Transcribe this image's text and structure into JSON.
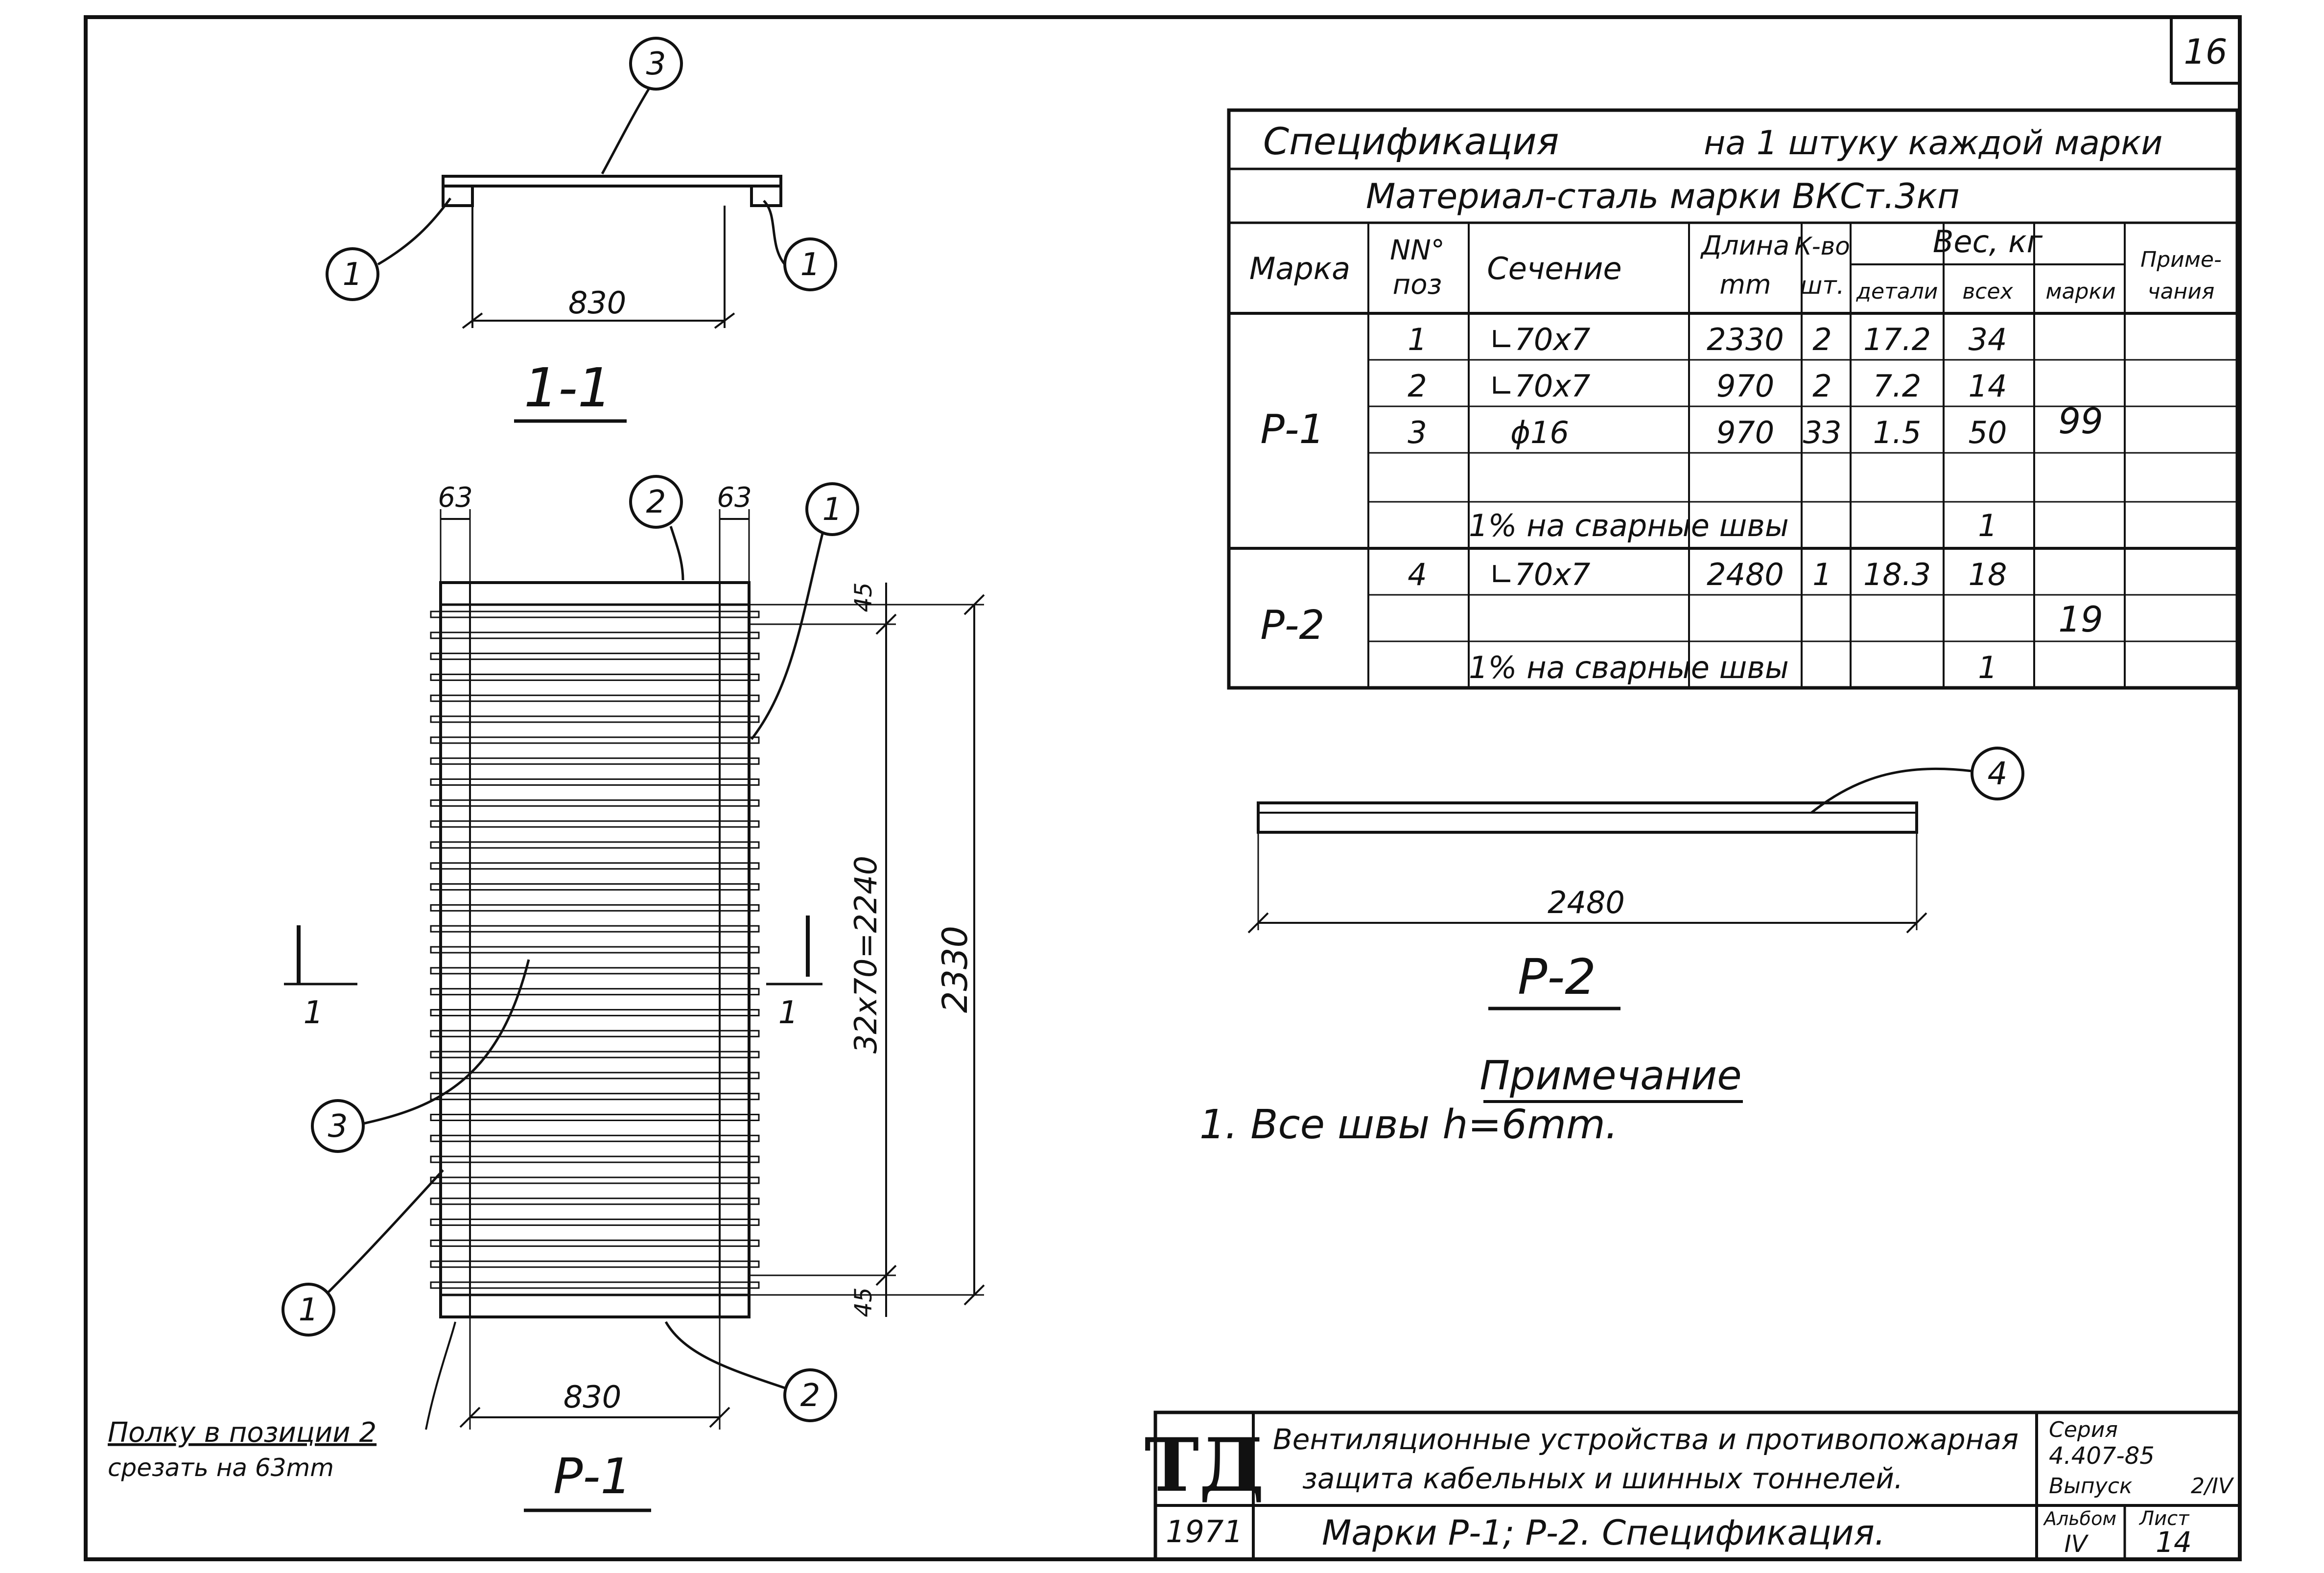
{
  "sheet": {
    "number": "16"
  },
  "drawing": {
    "section_title": "1-1",
    "section_width": "830",
    "p1_title": "Р-1",
    "p1_offset_left": "63",
    "p1_offset_right": "63",
    "p1_edge_top": "45",
    "p1_edge_bottom": "45",
    "p1_spacing": "32x70=2240",
    "p1_height": "2330",
    "p1_width": "830",
    "cut_mark": "1",
    "p2_title": "Р-2",
    "p2_length": "2480",
    "callout_1": "1",
    "callout_2": "2",
    "callout_3": "3",
    "callout_4": "4",
    "shelf_note_line1": "Полку в позиции 2",
    "shelf_note_line2": "срезать на 63mm"
  },
  "spec": {
    "title": "Спецификация",
    "subtitle": "на 1 штуку каждой марки",
    "material": "Материал-сталь марки ВКСт.3кп",
    "headers": {
      "mark": "Марка",
      "pos_1": "NN°",
      "pos_2": "поз",
      "section": "Сечение",
      "length_1": "Длина",
      "length_2": "mm",
      "qty_1": "К-во",
      "qty_2": "шт.",
      "weight": "Вес, кг",
      "w_part": "детали",
      "w_all": "всех",
      "w_mark": "марки",
      "notes_1": "Приме-",
      "notes_2": "чания"
    },
    "groups": [
      {
        "mark": "Р-1",
        "total": "99",
        "rows": [
          {
            "pos": "1",
            "section": "∟70x7",
            "length": "2330",
            "qty": "2",
            "w_part": "17.2",
            "w_all": "34"
          },
          {
            "pos": "2",
            "section": "∟70x7",
            "length": "970",
            "qty": "2",
            "w_part": "7.2",
            "w_all": "14"
          },
          {
            "pos": "3",
            "section": "ϕ16",
            "length": "970",
            "qty": "33",
            "w_part": "1.5",
            "w_all": "50"
          }
        ],
        "weld_label": "1% на сварные швы",
        "weld_value": "1"
      },
      {
        "mark": "Р-2",
        "total": "19",
        "rows": [
          {
            "pos": "4",
            "section": "∟70x7",
            "length": "2480",
            "qty": "1",
            "w_part": "18.3",
            "w_all": "18"
          }
        ],
        "weld_label": "1% на сварные швы",
        "weld_value": "1"
      }
    ]
  },
  "note": {
    "heading": "Примечание",
    "item1": "1. Все швы  h=6mm."
  },
  "title_block": {
    "logo": "ТД",
    "desc_line1": "Вентиляционные устройства и противопожарная",
    "desc_line2": "защита кабельных и шинных тоннелей.",
    "year": "1971",
    "sheet_title": "Марки Р-1; Р-2. Спецификация.",
    "series_label": "Серия",
    "series_value": "4.407-85",
    "issue_label": "Выпуск",
    "issue_value": "2/IV",
    "album_label": "Альбом",
    "album_value": "IV",
    "list_label": "Лист",
    "list_value": "14"
  }
}
